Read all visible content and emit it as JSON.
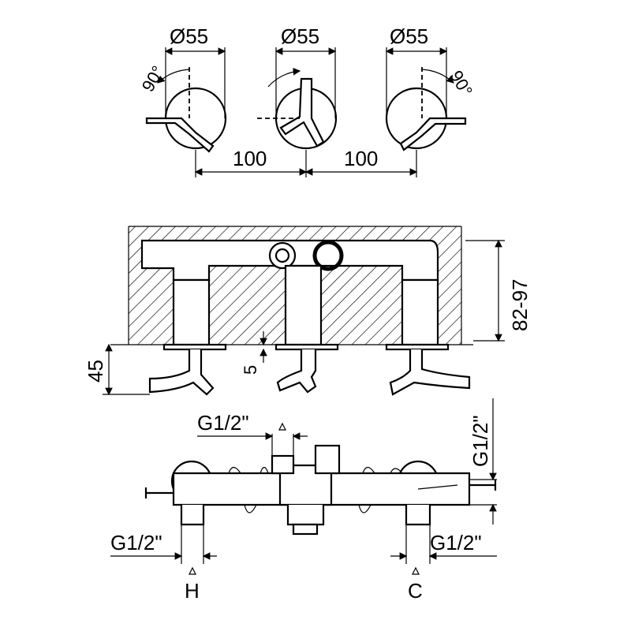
{
  "top_view": {
    "diameter_left": "Ø55",
    "diameter_center": "Ø55",
    "diameter_right": "Ø55",
    "rotation_left": "90°",
    "rotation_right": "90°",
    "spacing_left": "100",
    "spacing_right": "100"
  },
  "side_view": {
    "depth_range": "82-97",
    "handle_projection": "45",
    "flange_gap": "5"
  },
  "front_view": {
    "outlet_top": "G1/2\"",
    "outlet_right": "G1/2\"",
    "inlet_hot_thread": "G1/2\"",
    "inlet_cold_thread": "G1/2\"",
    "hot_label": "H",
    "cold_label": "C"
  }
}
